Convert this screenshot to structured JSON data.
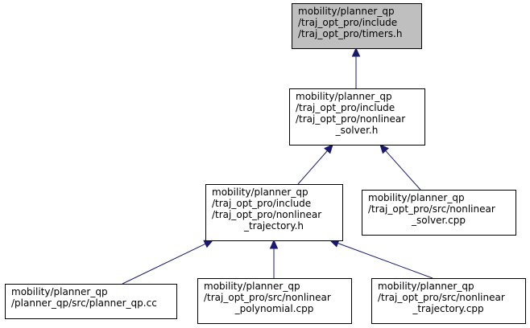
{
  "diagram": {
    "nodes": [
      {
        "id": "timers_h",
        "current": true,
        "lines": [
          "mobility/planner_qp",
          "/traj_opt_pro/include",
          "/traj_opt_pro/timers.h"
        ]
      },
      {
        "id": "nonlinear_solver_h",
        "current": false,
        "lines": [
          "mobility/planner_qp",
          "/traj_opt_pro/include",
          "/traj_opt_pro/nonlinear",
          "_solver.h"
        ]
      },
      {
        "id": "nonlinear_trajectory_h",
        "current": false,
        "lines": [
          "mobility/planner_qp",
          "/traj_opt_pro/include",
          "/traj_opt_pro/nonlinear",
          "_trajectory.h"
        ]
      },
      {
        "id": "nonlinear_solver_cpp",
        "current": false,
        "lines": [
          "mobility/planner_qp",
          "/traj_opt_pro/src/nonlinear",
          "_solver.cpp"
        ]
      },
      {
        "id": "planner_qp_cc",
        "current": false,
        "lines": [
          "mobility/planner_qp",
          "/planner_qp/src/planner_qp.cc"
        ]
      },
      {
        "id": "nonlinear_polynomial_cpp",
        "current": false,
        "lines": [
          "mobility/planner_qp",
          "/traj_opt_pro/src/nonlinear",
          "_polynomial.cpp"
        ]
      },
      {
        "id": "nonlinear_trajectory_cpp",
        "current": false,
        "lines": [
          "mobility/planner_qp",
          "/traj_opt_pro/src/nonlinear",
          "_trajectory.cpp"
        ]
      }
    ],
    "edges": [
      {
        "from": "nonlinear_solver_h",
        "to": "timers_h"
      },
      {
        "from": "nonlinear_trajectory_h",
        "to": "nonlinear_solver_h"
      },
      {
        "from": "nonlinear_solver_cpp",
        "to": "nonlinear_solver_h"
      },
      {
        "from": "planner_qp_cc",
        "to": "nonlinear_trajectory_h"
      },
      {
        "from": "nonlinear_polynomial_cpp",
        "to": "nonlinear_trajectory_h"
      },
      {
        "from": "nonlinear_trajectory_cpp",
        "to": "nonlinear_trajectory_h"
      }
    ],
    "colors": {
      "edge": "#191970",
      "current_fill": "#bfbfbf",
      "node_fill": "#ffffff",
      "node_stroke": "#000000"
    }
  }
}
